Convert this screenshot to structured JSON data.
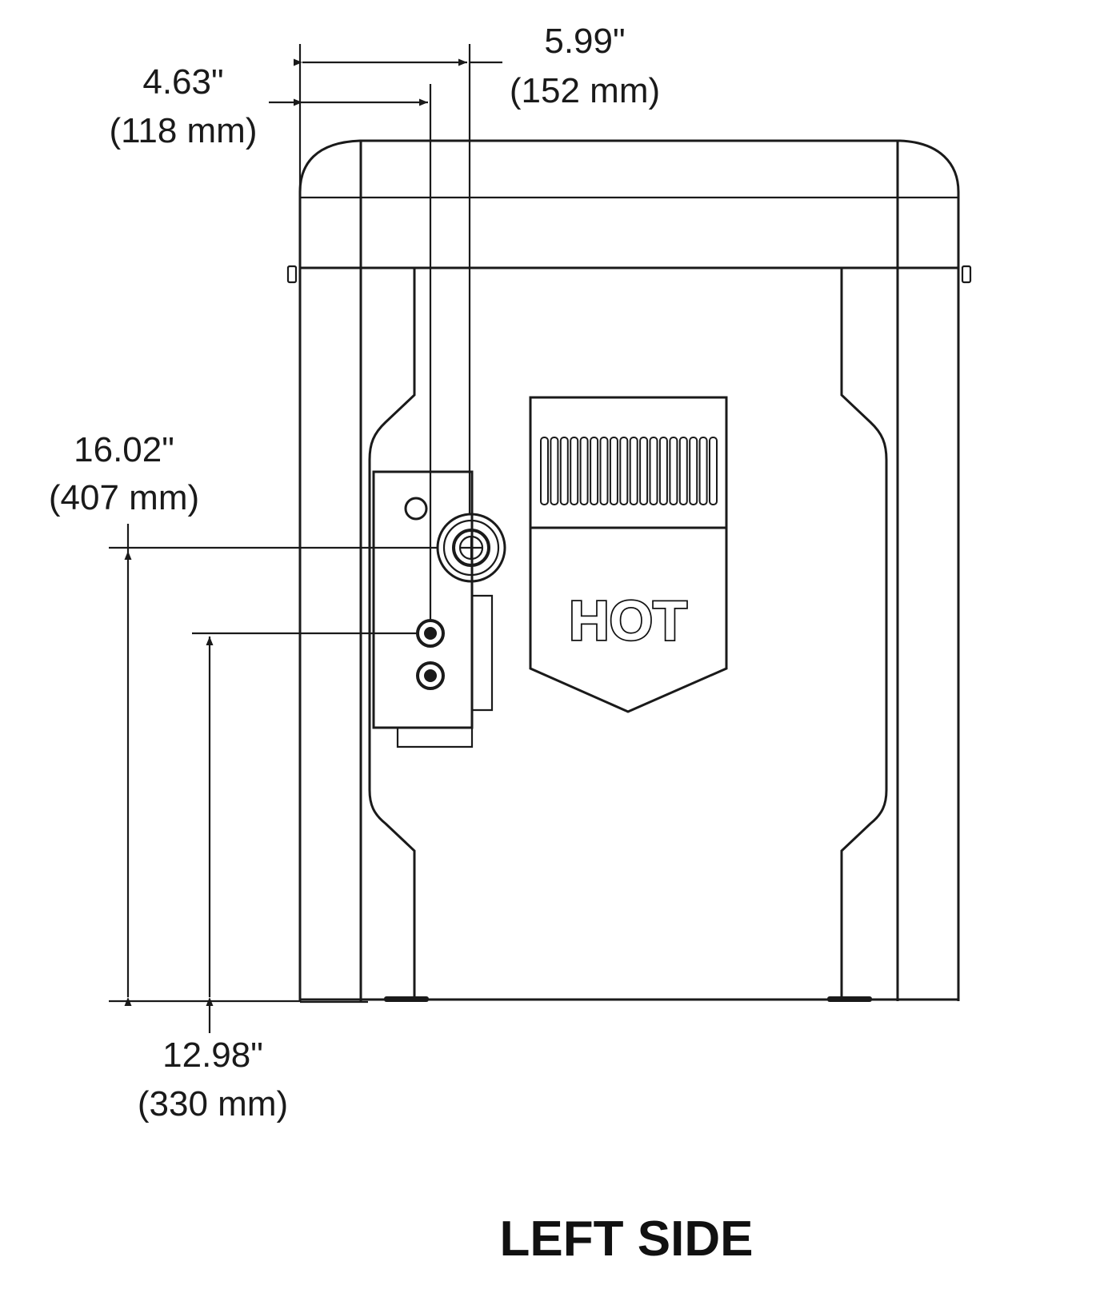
{
  "dimensions": {
    "d_599": {
      "in": "5.99\"",
      "mm": "(152 mm)"
    },
    "d_463": {
      "in": "4.63\"",
      "mm": "(118 mm)"
    },
    "d_1602": {
      "in": "16.02\"",
      "mm": "(407 mm)"
    },
    "d_1298": {
      "in": "12.98\"",
      "mm": "(330 mm)"
    }
  },
  "badge": {
    "text": "HOT"
  },
  "view_label": "LEFT SIDE",
  "colors": {
    "line": "#1a1a1a",
    "background": "#ffffff"
  }
}
